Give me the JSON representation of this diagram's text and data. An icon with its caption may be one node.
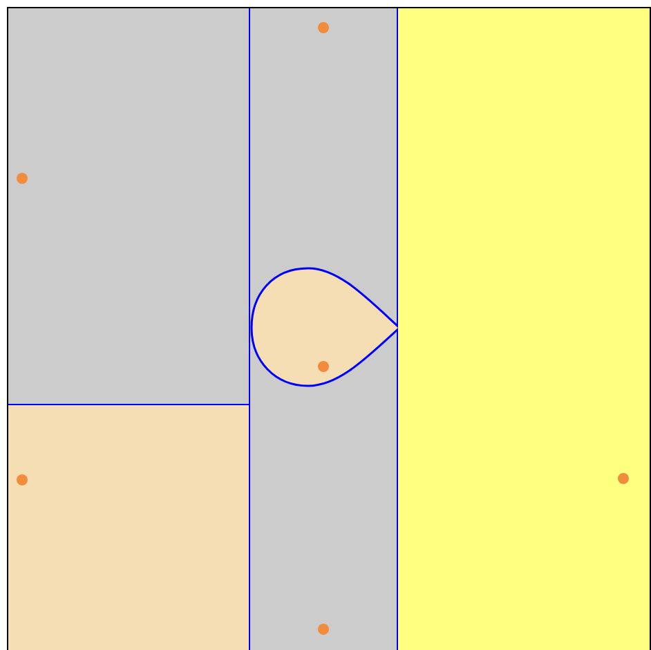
{
  "diagram": {
    "nodes": [
      {
        "text": [],
        "shape": "box"
      },
      {
        "text": [],
        "shape": "circle",
        "in": 0
      },
      {
        "text": [],
        "shape": "box"
      },
      {
        "text": [],
        "shape": "circle",
        "in": 2
      },
      {
        "text": [],
        "shape": "drop",
        "in": 2
      },
      {
        "text": [],
        "shape": "circle",
        "in": 4
      },
      {
        "text": [],
        "shape": "circle",
        "in": 2
      },
      {
        "text": [],
        "shape": "box"
      },
      {
        "text": [],
        "shape": "circle",
        "in": 7
      },
      {
        "text": [],
        "shape": "box"
      },
      {
        "text": [],
        "shape": "circle",
        "in": 9
      }
    ]
  }
}
